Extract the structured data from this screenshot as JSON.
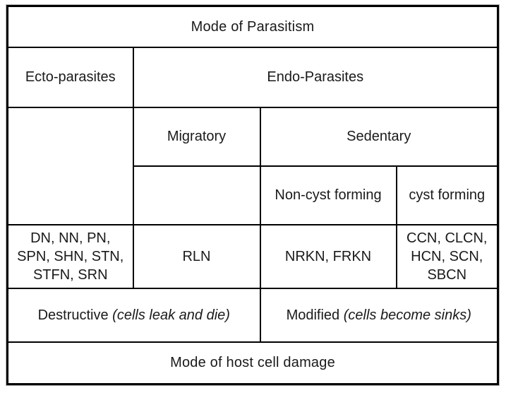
{
  "page": {
    "background": "#ffffff",
    "border_color": "#000000",
    "text_color": "#1a1a1a"
  },
  "table": {
    "header": "Mode of Parasitism",
    "footer": "Mode of host cell damage",
    "parasite_types": {
      "ecto": "Ecto-parasites",
      "endo": "Endo-Parasites"
    },
    "endo_subtypes": {
      "migratory": "Migratory",
      "sedentary": "Sedentary"
    },
    "sedentary_subtypes": {
      "non_cyst": "Non-cyst forming",
      "cyst": "cyst forming"
    },
    "examples": {
      "ecto": "DN, NN, PN,\nSPN, SHN, STN,\nSTFN, SRN",
      "migratory": "RLN",
      "non_cyst": "NRKN, FRKN",
      "cyst": "CCN, CLCN,\nHCN, SCN,\nSBCN"
    },
    "damage_modes": {
      "destructive_label": "Destructive",
      "destructive_note": "(cells leak and die)",
      "modified_label": "Modified",
      "modified_note": "(cells become sinks)"
    }
  }
}
